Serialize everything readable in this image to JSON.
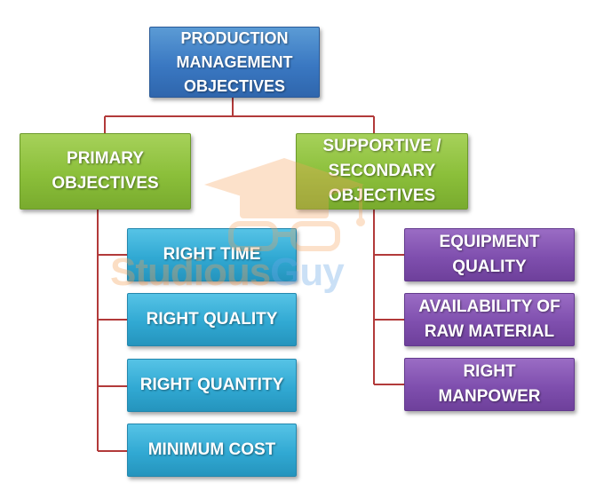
{
  "diagram": {
    "root": {
      "label": "PRODUCTION\nMANAGEMENT\nOBJECTIVES"
    },
    "primary": {
      "label": "PRIMARY\nOBJECTIVES",
      "children": [
        {
          "label": "RIGHT TIME"
        },
        {
          "label": "RIGHT QUALITY"
        },
        {
          "label": "RIGHT QUANTITY"
        },
        {
          "label": "MINIMUM COST"
        }
      ]
    },
    "secondary": {
      "label": "SUPPORTIVE /\nSECONDARY\nOBJECTIVES",
      "children": [
        {
          "label": "EQUIPMENT\nQUALITY"
        },
        {
          "label": "AVAILABILITY OF\nRAW MATERIAL"
        },
        {
          "label": "RIGHT\nMANPOWER"
        }
      ]
    }
  },
  "watermark": {
    "text": "StudiousGuy"
  },
  "colors": {
    "root": "#3a78c2",
    "level1": "#8bbf3a",
    "primary_children": "#31a9d3",
    "secondary_children": "#7f4fae",
    "connector": "#b23a3a",
    "watermark_orange": "#f5a25a",
    "watermark_blue": "#6aa8e8"
  }
}
